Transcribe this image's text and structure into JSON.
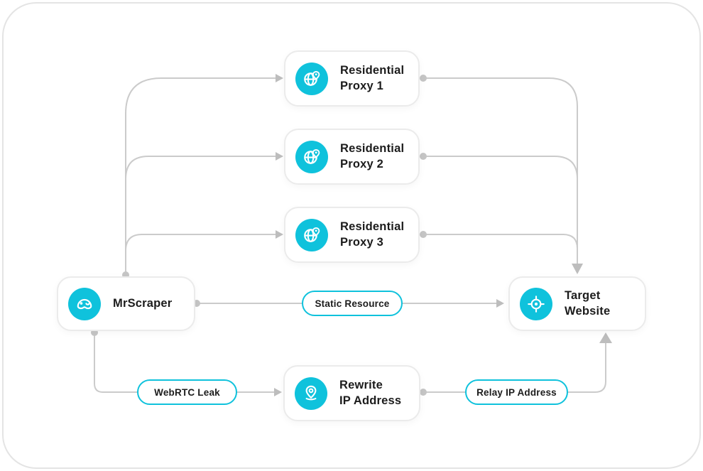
{
  "colors": {
    "accent": "#0FC2DC",
    "line": "#CBCBCB",
    "arrow": "#BDBDBD",
    "dot": "#C5C5C5",
    "node_border": "#EBEBEB",
    "frame_border": "#E4E4E4",
    "text": "#1C1C1C",
    "node_bg": "#FFFFFF"
  },
  "nodes": {
    "proxy1": {
      "line1": "Residential",
      "line2": "Proxy 1",
      "icon": "globe-pin-icon"
    },
    "proxy2": {
      "line1": "Residential",
      "line2": "Proxy 2",
      "icon": "globe-pin-icon"
    },
    "proxy3": {
      "line1": "Residential",
      "line2": "Proxy 3",
      "icon": "globe-pin-icon"
    },
    "mrscraper": {
      "line1": "MrScraper",
      "icon": "mrscraper-face-icon"
    },
    "target": {
      "line1": "Target",
      "line2": "Website",
      "icon": "crosshair-icon"
    },
    "rewrite": {
      "line1": "Rewrite",
      "line2": "IP Address",
      "icon": "location-pin-icon"
    }
  },
  "pills": {
    "static_resource": "Static Resource",
    "webrtc_leak": "WebRTC Leak",
    "relay_ip": "Relay IP Address"
  }
}
